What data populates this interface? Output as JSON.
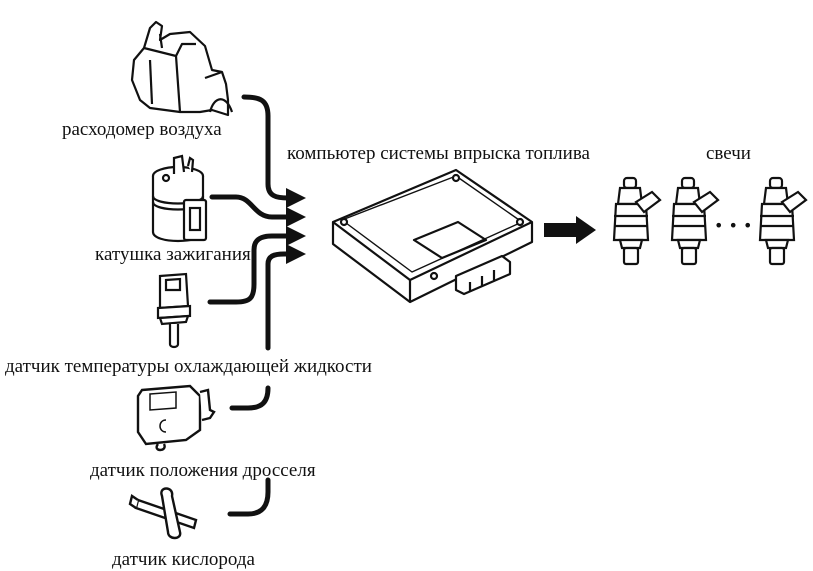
{
  "diagram": {
    "title": "Fuel injection system schematic",
    "colors": {
      "ink": "#111111",
      "background": "#ffffff"
    },
    "inputs": [
      {
        "id": "airflow-meter",
        "label": "расходомер воздуха",
        "icon": "airflow-meter-icon"
      },
      {
        "id": "ignition-coil",
        "label": "катушка зажигания",
        "icon": "ignition-coil-icon"
      },
      {
        "id": "coolant-temp-sensor",
        "label": "датчик температуры охлаждающей жидкости",
        "icon": "coolant-temp-sensor-icon"
      },
      {
        "id": "throttle-position-sensor",
        "label": "датчик положения дросселя",
        "icon": "throttle-position-sensor-icon"
      },
      {
        "id": "oxygen-sensor",
        "label": "датчик кислорода",
        "icon": "oxygen-sensor-icon"
      }
    ],
    "ecu": {
      "label": "компьютер системы впрыска топлива",
      "icon": "ecu-box-icon"
    },
    "outputs": {
      "label": "свечи",
      "icon": "injector-icon",
      "visible_count": 3,
      "ellipsis": "• • •"
    }
  }
}
